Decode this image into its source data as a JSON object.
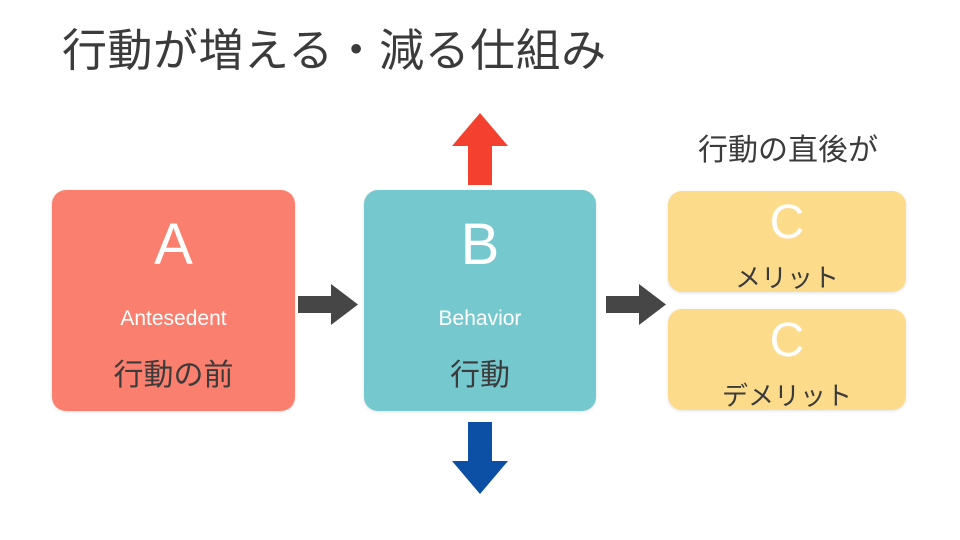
{
  "slide": {
    "title": "行動が増える・減る仕組み",
    "background_color": "#ffffff",
    "title_color": "#3b3b3b"
  },
  "boxes": [
    {
      "id": "A",
      "letter": "A",
      "english": "Antesedent",
      "japanese": "行動の前",
      "color": "#fa7f6e"
    },
    {
      "id": "B",
      "letter": "B",
      "english": "Behavior",
      "japanese": "行動",
      "color": "#75c9ce"
    },
    {
      "id": "C1",
      "letter": "C",
      "japanese": "メリット",
      "color": "#fcdb8b"
    },
    {
      "id": "C2",
      "letter": "C",
      "japanese": "デメリット",
      "color": "#fcdb8b"
    }
  ],
  "consequence_label": "行動の直後が",
  "arrows": [
    {
      "name": "a-to-b",
      "direction": "right",
      "color": "#464646"
    },
    {
      "name": "b-to-c",
      "direction": "right",
      "color": "#464646"
    },
    {
      "name": "increase",
      "direction": "up",
      "color": "#f4402e"
    },
    {
      "name": "decrease",
      "direction": "down",
      "color": "#0b50a4"
    }
  ]
}
